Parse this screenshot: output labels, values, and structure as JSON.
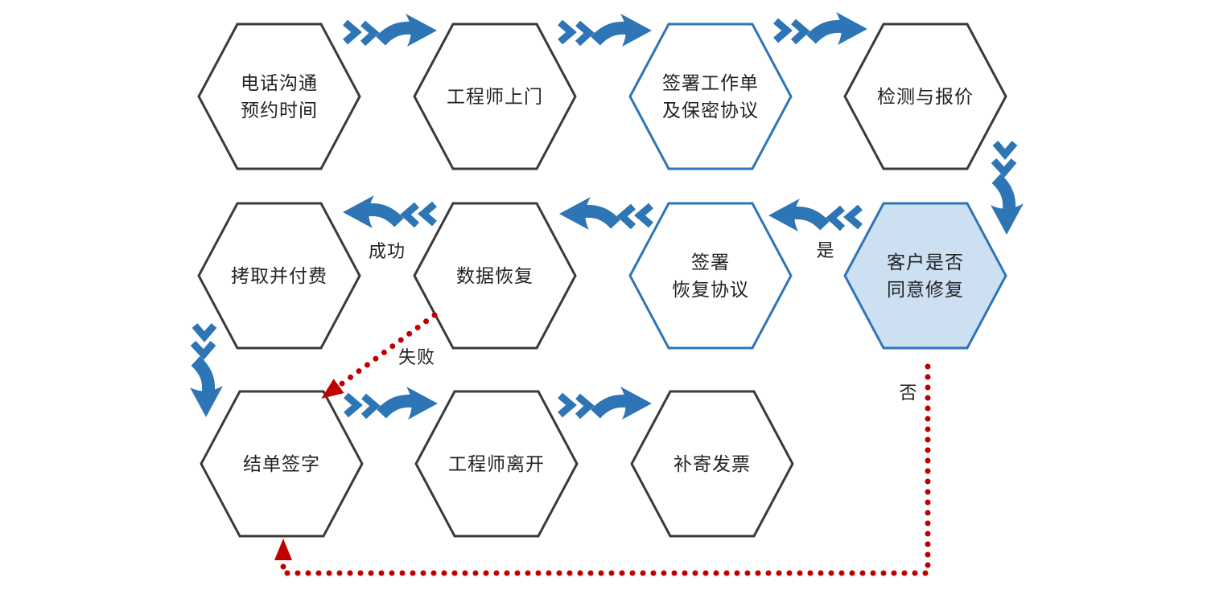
{
  "diagram_type": "flowchart",
  "colors": {
    "hexagon_outline_black": "#3a3a3a",
    "hexagon_outline_blue": "#2e75b6",
    "hexagon_fill_blue": "#cce0f2",
    "arrow_blue": "#2e75b6",
    "dotted_red": "#c00000",
    "text": "#222222",
    "background": "#ffffff"
  },
  "nodes": [
    {
      "id": "phone-appointment",
      "label": "电话沟通\n预约时间",
      "style": "black-outline"
    },
    {
      "id": "engineer-visit",
      "label": "工程师上门",
      "style": "black-outline"
    },
    {
      "id": "sign-worksheet-nda",
      "label": "签署工作单\n及保密协议",
      "style": "blue-outline"
    },
    {
      "id": "inspect-quote",
      "label": "检测与报价",
      "style": "black-outline"
    },
    {
      "id": "customer-agree-repair",
      "label": "客户是否\n同意修复",
      "style": "blue-filled"
    },
    {
      "id": "sign-recovery-agreement",
      "label": "签署\n恢复协议",
      "style": "blue-outline"
    },
    {
      "id": "data-recovery",
      "label": "数据恢复",
      "style": "black-outline"
    },
    {
      "id": "copy-and-pay",
      "label": "拷取并付费",
      "style": "black-outline"
    },
    {
      "id": "closing-signature",
      "label": "结单签字",
      "style": "black-outline"
    },
    {
      "id": "engineer-leave",
      "label": "工程师离开",
      "style": "black-outline"
    },
    {
      "id": "send-invoice",
      "label": "补寄发票",
      "style": "black-outline"
    }
  ],
  "edge_labels": {
    "success": "成功",
    "yes": "是",
    "fail": "失败",
    "no": "否"
  }
}
